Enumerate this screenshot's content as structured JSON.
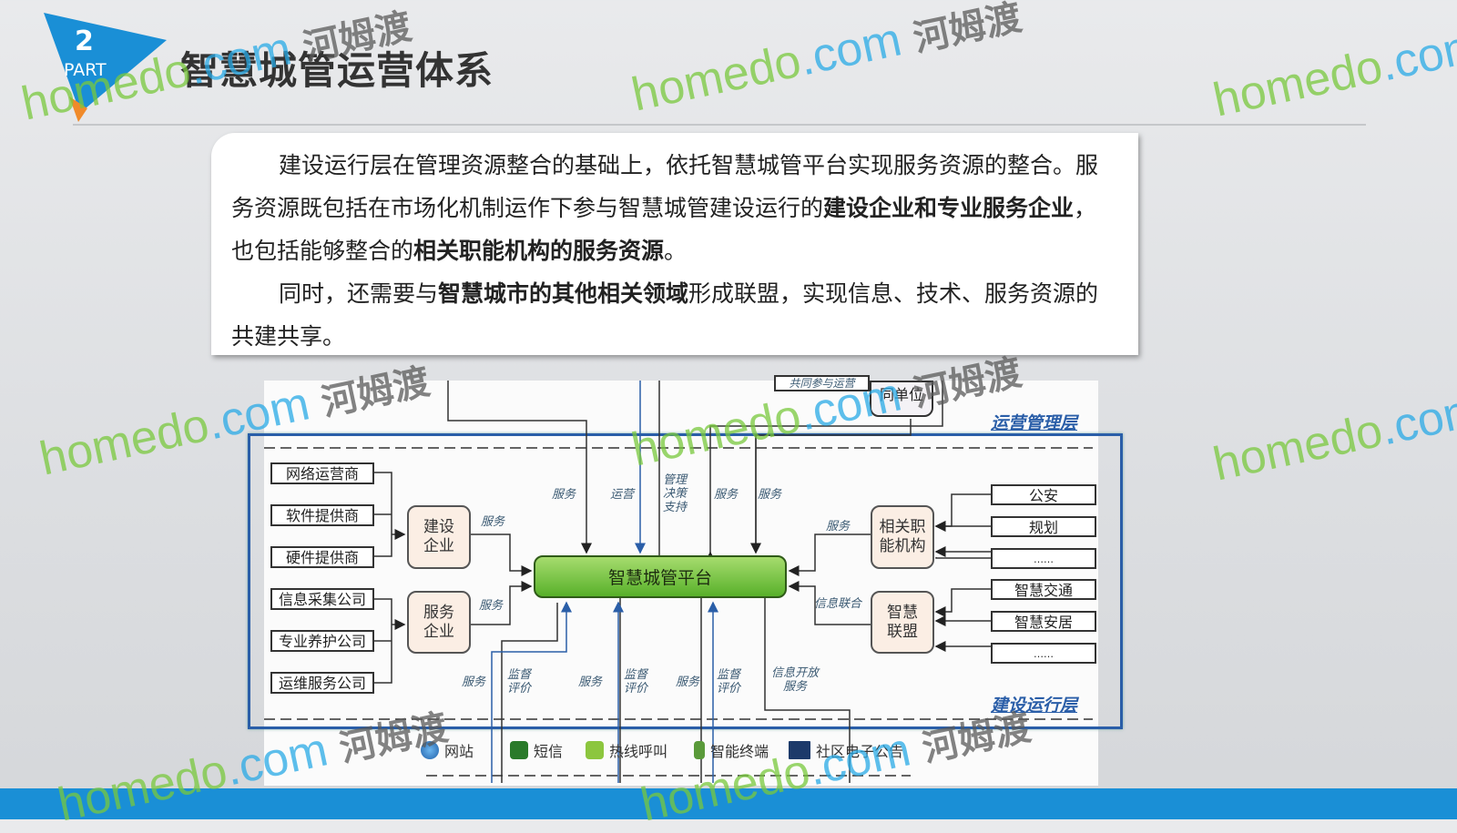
{
  "header": {
    "part_number": "2",
    "part_label": "PART",
    "title": "智慧城管运营体系"
  },
  "card": {
    "p1": "建设运行层在管理资源整合的基础上，依托智慧城管平台实现服务资源的整合。服务资源既包括在市场化机制运作下参与智慧城管建设运行的",
    "p1_bold1": "建设企业和专业服务企业",
    "p1_mid": "，也包括能够整合的",
    "p1_bold2": "相关职能机构的服务资源",
    "p1_end": "。",
    "p2_start": "同时，还需要与",
    "p2_bold": "智慧城市的其他相关领域",
    "p2_end": "形成联盟，实现信息、技术、服务资源的共建共享。"
  },
  "diagram": {
    "top_boxes": [
      "共同参与运营",
      "同单位"
    ],
    "layer_top": "运营管理层",
    "layer_bottom": "建设运行层",
    "left_items": [
      "网络运营商",
      "软件提供商",
      "硬件提供商",
      "信息采集公司",
      "专业养护公司",
      "运维服务公司"
    ],
    "construction": "建设企业",
    "service": "服务企业",
    "platform": "智慧城管平台",
    "agencies": "相关职能机构",
    "alliance": "智慧联盟",
    "right_items": [
      "公安",
      "规划",
      "……",
      "智慧交通",
      "智慧安居",
      "……"
    ],
    "labels": {
      "svc": "服务",
      "ops": "运营",
      "mgmt": "管理决策支持",
      "info_union": "信息联合",
      "supervise": "监督评价",
      "open": "信息开放服务"
    },
    "channels": [
      "网站",
      "短信",
      "热线呼叫",
      "智能终端",
      "社区电子公告"
    ]
  },
  "watermark": {
    "text": "homedo",
    "dot": ".com",
    "cn": "河姆渡"
  }
}
